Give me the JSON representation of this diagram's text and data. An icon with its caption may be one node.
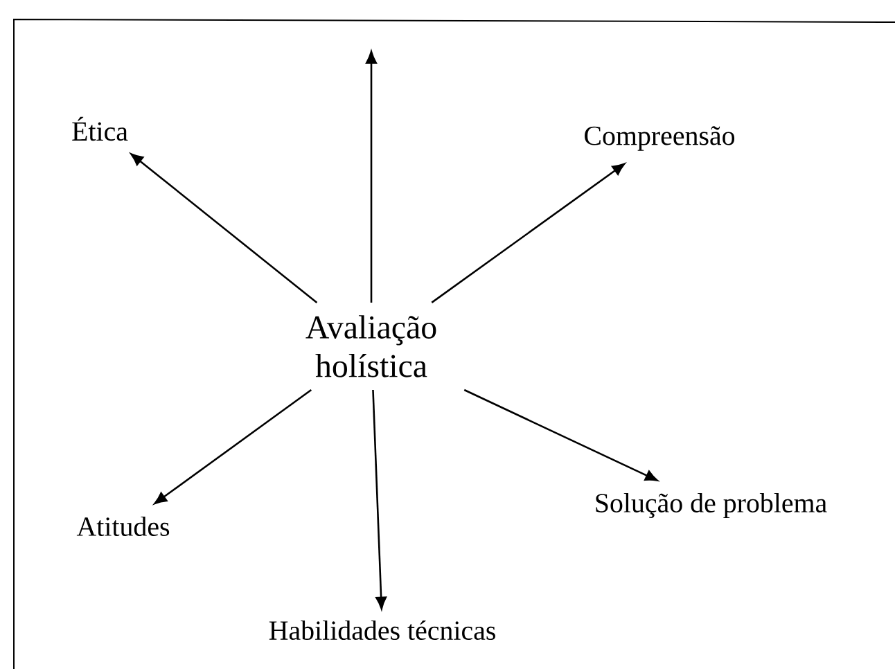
{
  "diagram": {
    "nodes": [
      {
        "text": [
          "Avaliação holística"
        ]
      },
      {
        "text": [
          "Ética"
        ]
      },
      {
        "text": [
          "Compreensão"
        ]
      },
      {
        "text": [
          "Atitudes"
        ]
      },
      {
        "text": [
          "Solução de problema"
        ]
      },
      {
        "text": [
          "Habilidades técnicas"
        ]
      }
    ],
    "edges": [
      {
        "from": 0,
        "to": null,
        "arrow": "to"
      },
      {
        "from": 0,
        "to": 1,
        "arrow": "to"
      },
      {
        "from": 0,
        "to": 2,
        "arrow": "to"
      },
      {
        "from": 0,
        "to": 3,
        "arrow": "to"
      },
      {
        "from": 0,
        "to": 4,
        "arrow": "to"
      },
      {
        "from": 0,
        "to": 5,
        "arrow": "to"
      }
    ]
  }
}
